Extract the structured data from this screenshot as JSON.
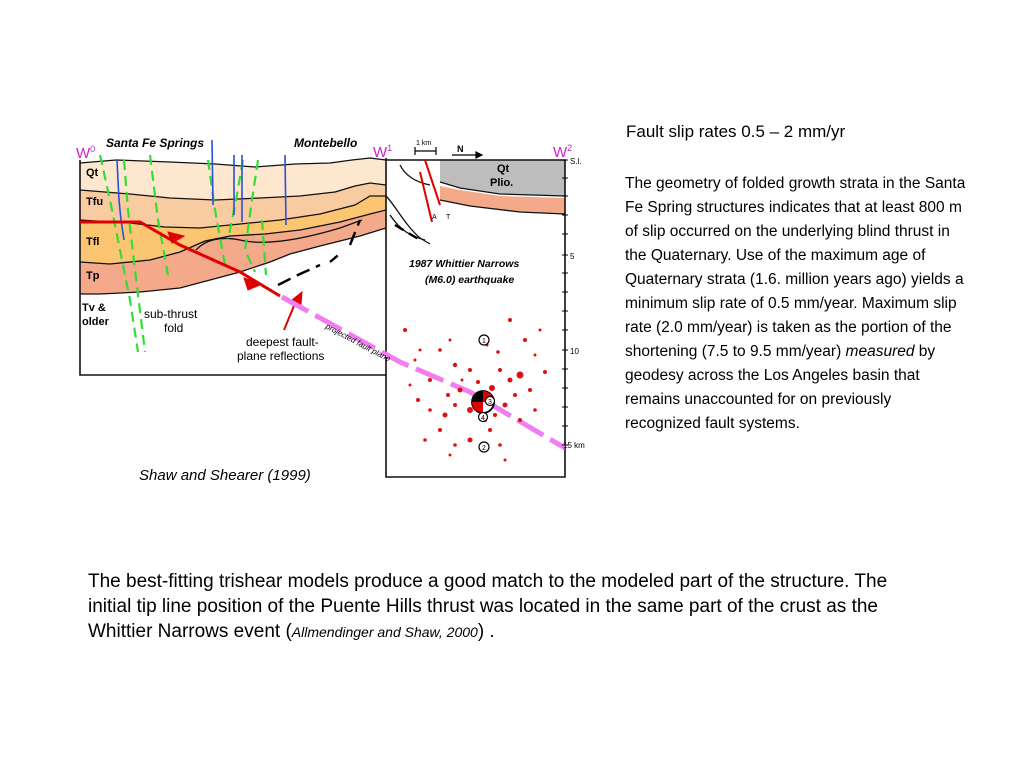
{
  "figure": {
    "labels": {
      "w0": "W",
      "w0_sup": "0",
      "w1": "W",
      "w1_sup": "1",
      "w2": "W",
      "w2_sup": "2",
      "santa_fe_springs": "Santa Fe Springs",
      "montebello": "Montebello",
      "scale": "1 km",
      "north": "N",
      "qt": "Qt",
      "tfu": "Tfu",
      "tfl": "Tfl",
      "tp": "Tp",
      "tv_line1": "Tv &",
      "tv_line2": "older",
      "inset_qt": "Qt",
      "inset_plio": "Plio.",
      "sl": "S.l.",
      "depth_5": "5",
      "depth_10": "10",
      "depth_15": "15 km",
      "fault_a": "A",
      "fault_t": "T",
      "eq_line1": "1987 Whittier Narrows",
      "eq_line2": "(M6.0) earthquake",
      "subthrust_line1": "sub-thrust",
      "subthrust_line2": "fold",
      "deepest_line1": "deepest fault-",
      "deepest_line2": "plane reflections",
      "projected": "projected fault plane",
      "event_1": "1",
      "event_2": "2",
      "event_3": "3",
      "event_4": "4"
    },
    "caption": "Shaw and Shearer (1999)"
  },
  "side_text": {
    "heading": "Fault slip rates  0.5 – 2 mm/yr",
    "paragraph_before": "The geometry of folded growth strata in the Santa Fe Spring structures indicates that at least 800 m of slip occurred on the underlying blind thrust in the Quaternary. Use of the maximum age of Quaternary strata (1.6. million years ago) yields a minimum slip rate of 0.5 mm/year. Maximum slip rate (2.0 mm/year) is taken as the portion of the shortening (7.5 to 9.5 mm/year) ",
    "paragraph_emphasis": "measured",
    "paragraph_after": " by geodesy across the Los Angeles basin that remains unaccounted for on previously recognized fault systems."
  },
  "bottom_text": {
    "main": "The best-fitting  trishear models produce a good match to the modeled part of the structure. The initial tip line position of the Puente Hills thrust was located in the same part of the crust as the Whittier Narrows event (",
    "citation": "Allmendinger and Shaw, 2000",
    "closing": ") ."
  },
  "colors": {
    "qt_layer": "#fde8cf",
    "tfu_layer": "#f9cba0",
    "tfl_layer": "#fcc571",
    "tp_layer": "#f4a98a",
    "plio_layer": "#bdbdbd",
    "fault_red": "#e00000",
    "projected_magenta": "#f07ef0",
    "axial_green": "#33dd33",
    "well_blue": "#2a4fd8",
    "label_magenta": "#cc22cc",
    "quake_red": "#dd1111"
  }
}
